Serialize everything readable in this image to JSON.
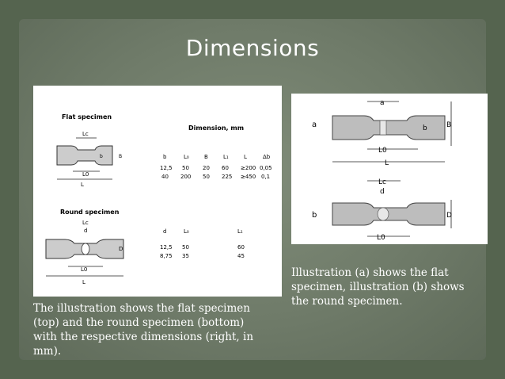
{
  "title": "Dimensions",
  "left_figure": {
    "flat_label": "Flat specimen",
    "round_label": "Round specimen",
    "dimension_header": "Dimension, mm",
    "flat_table": {
      "headers": [
        "b",
        "L₀",
        "B",
        "L₁",
        "L",
        "Δb"
      ],
      "rows": [
        [
          "12,5",
          "50",
          "20",
          "60",
          "≥200",
          "0,05"
        ],
        [
          "40",
          "200",
          "50",
          "225",
          "≥450",
          "0,1"
        ]
      ]
    },
    "round_table": {
      "headers": [
        "d",
        "L₀",
        "L₁"
      ],
      "rows": [
        [
          "12,5",
          "50",
          "60"
        ],
        [
          "8,75",
          "35",
          "45"
        ]
      ]
    },
    "labels": {
      "lc": "Lc",
      "b": "b",
      "B": "B",
      "l0": "L0",
      "l": "L",
      "d": "d",
      "D": "D"
    }
  },
  "right_figure": {
    "label_a": "a",
    "label_b": "b",
    "dim_a": "a",
    "dim_b": "b",
    "dim_B": "B",
    "dim_L0": "L0",
    "dim_L": "L",
    "dim_Lc": "Lc",
    "dim_d": "d",
    "dim_D": "D",
    "dim_L0_round": "L0"
  },
  "caption_left": "The illustration shows the flat specimen (top) and the round specimen (bottom) with the respective dimensions (right, in mm).",
  "caption_right": "Illustration (a) shows the flat specimen, illustration (b) shows the round specimen."
}
